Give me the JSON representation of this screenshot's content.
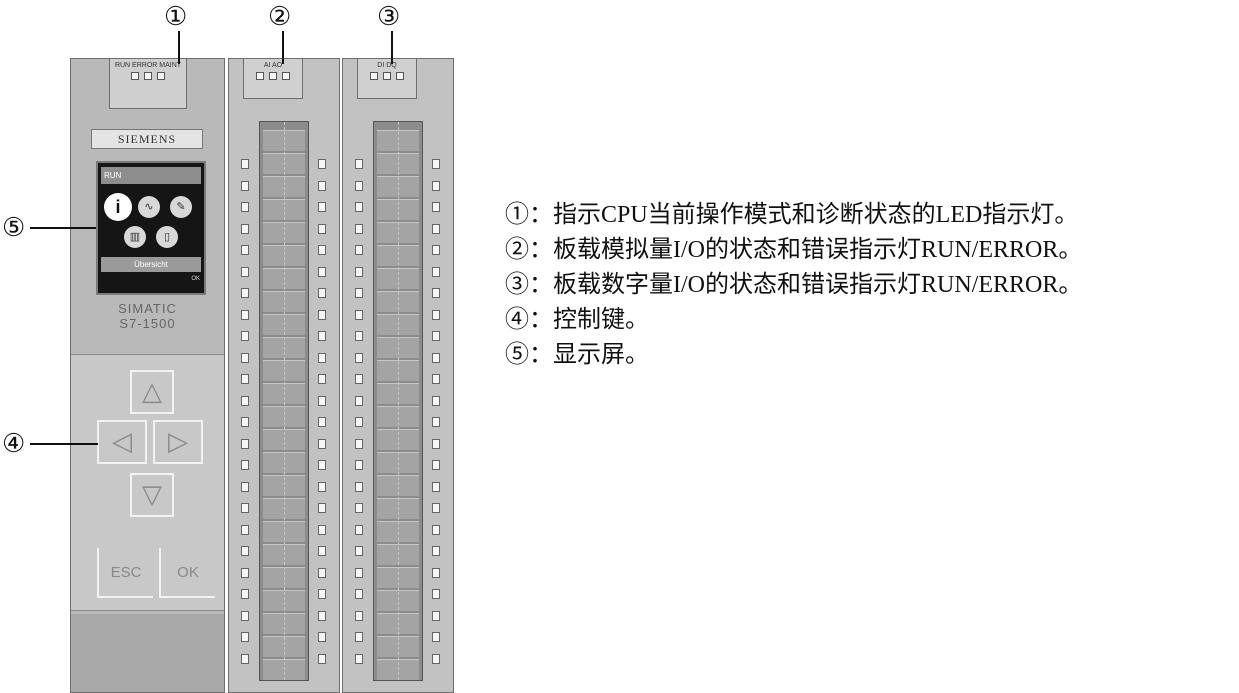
{
  "callouts": [
    {
      "marker": "①"
    },
    {
      "marker": "②"
    },
    {
      "marker": "③"
    },
    {
      "marker": "④"
    },
    {
      "marker": "⑤"
    }
  ],
  "device": {
    "cpu_led_labels": "RUN ERROR MAINT",
    "analog_led_labels": "AI AO",
    "digital_led_labels": "DI DQ",
    "brand": "SIEMENS",
    "screen_status": "RUN",
    "screen_menu_title": "Übersicht",
    "screen_ok": "OK",
    "model_line1": "SIMATIC",
    "model_line2": "S7-1500",
    "key_esc": "ESC",
    "key_ok": "OK",
    "screen_icons": [
      "info-icon",
      "diagnostics-icon",
      "settings-icon",
      "module-icon",
      "display-icon"
    ]
  },
  "legend": [
    "①：指示CPU当前操作模式和诊断状态的LED指示灯。",
    "②：板载模拟量I/O的状态和错误指示灯RUN/ERROR。",
    "③：板载数字量I/O的状态和错误指示灯RUN/ERROR。",
    "④：控制键。",
    "⑤：显示屏。"
  ]
}
